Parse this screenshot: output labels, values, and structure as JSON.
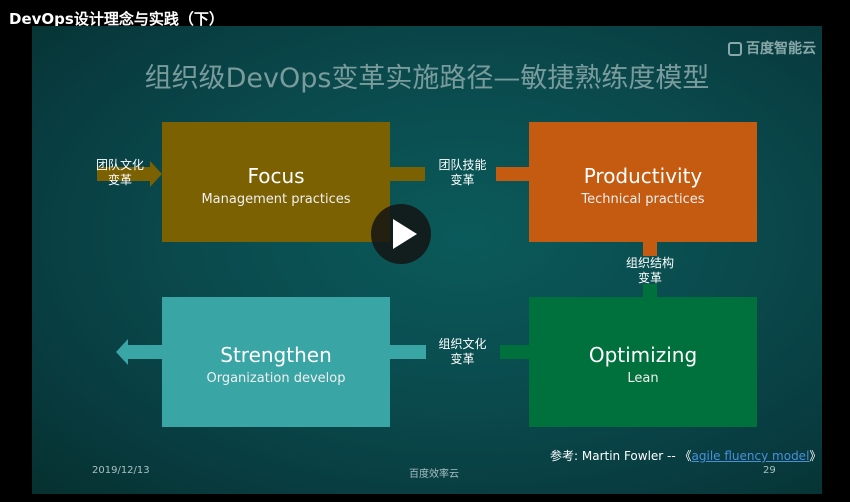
{
  "video": {
    "title": "DevOps设计理念与实践（下）"
  },
  "slide": {
    "logo": "百度智能云",
    "title": "组织级DevOps变革实施路径—敏捷熟练度模型",
    "boxes": {
      "focus": {
        "title": "Focus",
        "subtitle": "Management practices",
        "color": "#7b6101"
      },
      "productivity": {
        "title": "Productivity",
        "subtitle": "Technical practices",
        "color": "#c55a11"
      },
      "strengthen": {
        "title": "Strengthen",
        "subtitle": "Organization develop",
        "color": "#3aa5a5"
      },
      "optimizing": {
        "title": "Optimizing",
        "subtitle": "Lean",
        "color": "#00703c"
      }
    },
    "labels": {
      "team_culture": "团队文化\n变革",
      "team_skill": "团队技能\n变革",
      "org_structure": "组织结构\n变革",
      "org_culture": "组织文化\n变革"
    },
    "reference": {
      "prefix": "参考: Martin Fowler -- 《",
      "link": "agile fluency model",
      "suffix": "》"
    },
    "footer": {
      "date": "2019/12/13",
      "org": "百度效率云",
      "page": "29"
    }
  }
}
